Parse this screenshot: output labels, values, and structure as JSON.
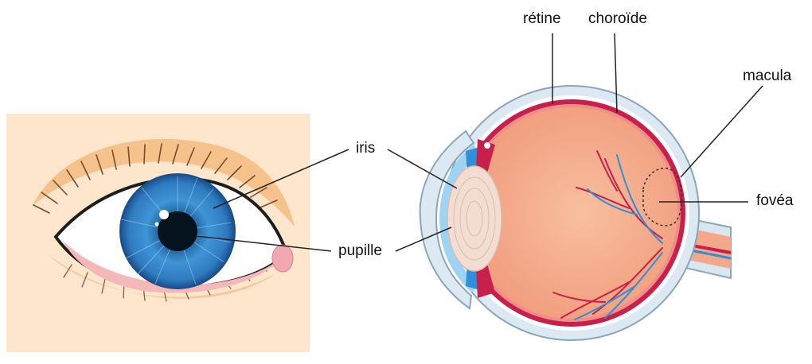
{
  "labels": {
    "retine": "rétine",
    "choroide": "choroïde",
    "macula": "macula",
    "iris": "iris",
    "fovea": "fovéa",
    "pupille": "pupille"
  },
  "colors": {
    "skin_panel": "#fde6cc",
    "eyelid_shadow": "#f7c48e",
    "iris_blue": "#3a86c8",
    "iris_dark": "#1d5fa4",
    "pupil": "#05131f",
    "sclera_outer": "#d9e6ef",
    "choroid_red": "#c8204a",
    "vitreous": "#f6b090",
    "lens": "#f3dcd2",
    "vessel_red": "#c8204a",
    "vessel_blue": "#2f8fd8",
    "leader_line": "#222222"
  }
}
